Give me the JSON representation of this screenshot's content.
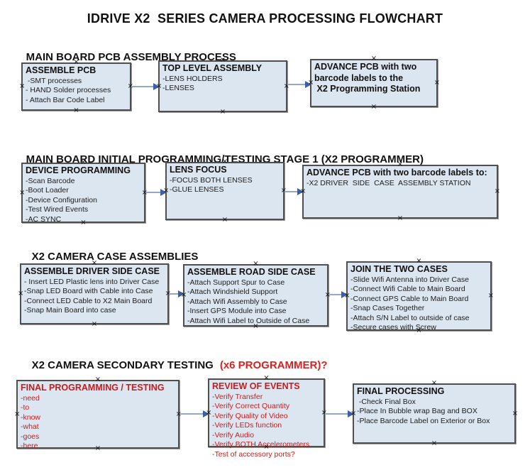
{
  "title": "IDRIVE X2  SERIES CAMERA PROCESSING FLOWCHART",
  "icons": {
    "connector_handle": "×",
    "flow_arrow": "right-arrow"
  },
  "colors": {
    "box_fill": "#dce6f1",
    "box_border": "#4f4f4f",
    "red_text": "#cc1a1a",
    "heading_red": "#dd1f1f",
    "arrow_line": "#93a9c7",
    "arrow_head": "#3b5fa8",
    "black_text": "#111111"
  },
  "sections": [
    {
      "heading": "MAIN BOARD PCB ASSEMBLY PROCESS",
      "heading_suffix": "",
      "boxes": [
        {
          "title": "ASSEMBLE PCB",
          "items": [
            " -SMT processes",
            "- HAND Solder processes",
            "- Attach Bar Code Label"
          ]
        },
        {
          "title": "TOP LEVEL ASSEMBLY",
          "items": [
            "-LENS HOLDERS",
            "-LENSES"
          ]
        },
        {
          "title": "ADVANCE PCB with two\nbarcode labels to the\n X2 Programming Station",
          "items": []
        }
      ]
    },
    {
      "heading": "MAIN BOARD INITIAL PROGRAMMING/TESTING STAGE 1 (X2 PROGRAMMER)",
      "heading_suffix": "",
      "boxes": [
        {
          "title": "DEVICE PROGRAMMING",
          "items": [
            "-Scan Barcode",
            "-Boot Loader",
            "-Device Configuration",
            "-Test Wired Events",
            "-AC SYNC"
          ]
        },
        {
          "title": "LENS FOCUS",
          "items": [
            "-FOCUS BOTH LENSES",
            "-GLUE LENSES"
          ]
        },
        {
          "title": "ADVANCE PCB with two barcode labels to:",
          "items": [
            "-X2 DRIVER  SIDE  CASE  ASSEMBLY STATION"
          ]
        }
      ]
    },
    {
      "heading": "X2 CAMERA CASE ASSEMBLIES",
      "heading_suffix": "",
      "boxes": [
        {
          "title": "ASSEMBLE DRIVER SIDE CASE",
          "items": [
            "- Insert LED Plastic lens into Driver Case",
            "-Snap LED Board with Cable into Case",
            "-Connect LED Cable to X2 Main Board",
            "-Snap Main Board into case"
          ]
        },
        {
          "title": "ASSEMBLE ROAD SIDE CASE",
          "items": [
            "-Attach Support Spur to Case",
            "-Attach Windshield Support",
            "-Attach Wifi Assembly to Case",
            "-Insert GPS Module into Case",
            "-Attach Wifi Label to Outside of Case"
          ]
        },
        {
          "title": "JOIN THE TWO CASES",
          "items": [
            "-Slide Wifi Antenna into Driver Case",
            "-Connect Wifi Cable to Main Board",
            "-Connect GPS Cable to Main Board",
            "-Snap Cases Together",
            "-Attach S/N Label to outside of case",
            "-Secure cases with Screw"
          ]
        }
      ]
    },
    {
      "heading": "X2 CAMERA SECONDARY TESTING",
      "heading_suffix": "(x6 PROGRAMMER)?",
      "boxes": [
        {
          "title": "FINAL PROGRAMMING / TESTING",
          "items": [
            "-need",
            "-to",
            "-know",
            "-what",
            "-goes",
            "-here"
          ]
        },
        {
          "title": "REVIEW OF EVENTS",
          "items": [
            "-Verify Transfer",
            "-Verify Correct Quantity",
            "-Verify Quality of Video",
            "-Verify LEDs function",
            "-Verify Audio",
            "-Verify BOTH Accelerometers",
            "-Test of accessory ports?"
          ]
        },
        {
          "title": "FINAL PROCESSING",
          "items": [
            " -Check Final Box",
            "-Place In Bubble wrap Bag and BOX",
            "-Place Barcode Label on Exterior or Box"
          ]
        }
      ]
    }
  ]
}
